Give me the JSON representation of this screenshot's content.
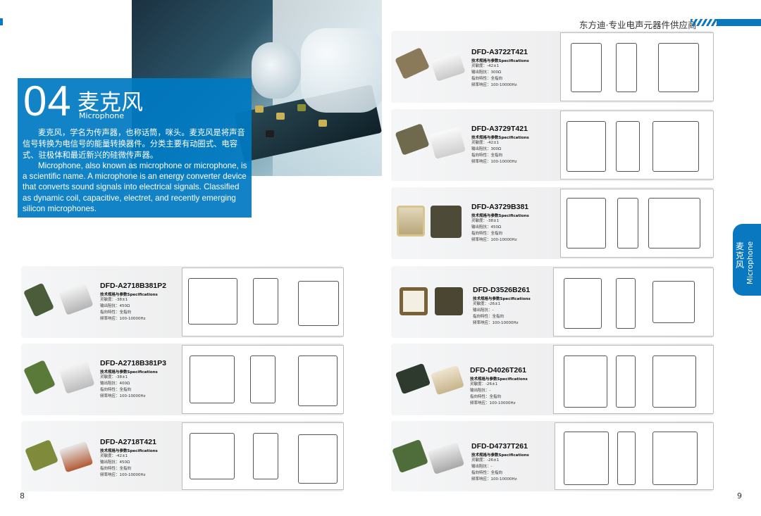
{
  "header": {
    "slogan": "东方迪·专业电声元器件供应商"
  },
  "section": {
    "number": "04",
    "title_cn": "麦克风",
    "title_en": "Microphone",
    "intro_cn": "麦克风，学名为传声器，也称话筒，咪头。麦克风是将声音信号转换为电信号的能量转换器件。分类主要有动圈式、电容式、驻极体和最近新兴的硅微传声器。",
    "intro_en": "Microphone, also known as microphone or microphone, is a scientific name. A microphone is an energy converter device that converts sound signals into electrical signals. Classified as dynamic coil, capacitive, electret, and recently emerging silicon microphones."
  },
  "side_tab": {
    "cn": "麦克风",
    "en": "Microphone"
  },
  "spec_header": "技术规格与参数Specifications",
  "products": [
    {
      "name": "DFD-A3722T421",
      "sens": "灵敏度：-42±1",
      "imp": "输出阻抗：300Ω",
      "dir": "指向特性：全指向",
      "freq": "频率响应：100-10000Hz"
    },
    {
      "name": "DFD-A3729T421",
      "sens": "灵敏度：-42±1",
      "imp": "输出阻抗：300Ω",
      "dir": "指向特性：全指向",
      "freq": "频率响应：100-10000Hz"
    },
    {
      "name": "DFD-A3729B381",
      "sens": "灵敏度：-38±1",
      "imp": "输出阻抗：450Ω",
      "dir": "指向特性：全指向",
      "freq": "频率响应：100-10000Hz"
    },
    {
      "name": "DFD-A2718B381P2",
      "sens": "灵敏度：-38±1",
      "imp": "输出阻抗：450Ω",
      "dir": "指向特性：全指向",
      "freq": "频率响应：100-10000Hz"
    },
    {
      "name": "DFD-D3526B261",
      "sens": "灵敏度：-26±1",
      "imp": "输出阻抗：-",
      "dir": "指向特性：全指向",
      "freq": "频率响应：100-10000Hz"
    },
    {
      "name": "DFD-A2718B381P3",
      "sens": "灵敏度：-38±1",
      "imp": "输出阻抗：400Ω",
      "dir": "指向特性：全指向",
      "freq": "频率响应：100-10000Hz"
    },
    {
      "name": "DFD-D4026T261",
      "sens": "灵敏度：-26±1",
      "imp": "输出阻抗：-",
      "dir": "指向特性：全指向",
      "freq": "频率响应：100-10000Hz"
    },
    {
      "name": "DFD-A2718T421",
      "sens": "灵敏度：-42±1",
      "imp": "输出阻抗：450Ω",
      "dir": "指向特性：全指向",
      "freq": "频率响应：100-10000Hz"
    },
    {
      "name": "DFD-D4737T261",
      "sens": "灵敏度：-26±1",
      "imp": "输出阻抗：-",
      "dir": "指向特性：全指向",
      "freq": "频率响应：100-10000Hz"
    }
  ],
  "pages": {
    "left": "8",
    "right": "9"
  }
}
